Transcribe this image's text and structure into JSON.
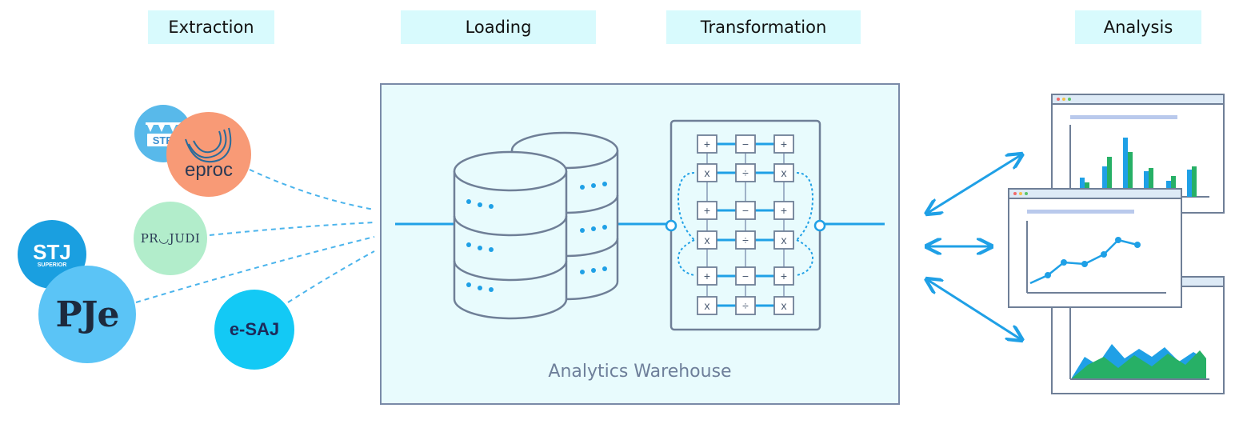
{
  "stages": {
    "extraction": "Extraction",
    "loading": "Loading",
    "transformation": "Transformation",
    "analysis": "Analysis"
  },
  "sources": {
    "stf": "STF",
    "eproc": "eproc",
    "projudi": "PR◡JUDI",
    "stj": "STJ",
    "stj_sub": "SUPERIOR",
    "pje": "PJe",
    "esaj": "e-SAJ"
  },
  "warehouse": {
    "title": "Analytics Warehouse"
  },
  "operators": {
    "plus": "+",
    "minus": "−",
    "times": "x",
    "divide": "÷"
  },
  "colors": {
    "accent_blue": "#1fa0e6",
    "label_bg": "#d8fafd",
    "eproc_orange": "#f89a76",
    "projudi_green": "#b2edcb",
    "pje_blue": "#5bc4f6",
    "esaj_cyan": "#13c9f5",
    "stj_blue": "#1a9fe0",
    "stf_blue": "#58b9ea",
    "warehouse_bg": "#e8fbfd",
    "chart_green": "#27b066"
  },
  "icons": [
    "database-icon",
    "calculator-grid-icon",
    "bar-chart-window-icon",
    "line-chart-window-icon",
    "area-chart-window-icon",
    "double-arrow-icon"
  ]
}
